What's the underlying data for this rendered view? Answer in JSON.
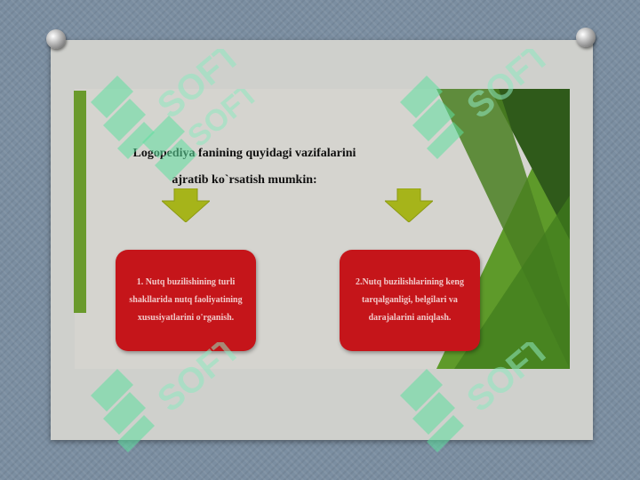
{
  "slide": {
    "title_line1": "Logopediya fanining quyidagi vazifalarini",
    "title_line2": "ajratib ko`rsatish mumkin:",
    "box_left": "1. Nutq buzilishining turli shakllarida nutq faoliyatining xususiyatlarini o'rganish.",
    "box_right": "2.Nutq buzilishlarining keng tarqalganligi, belgilari va darajalarini aniqlash."
  },
  "watermark": {
    "text": "SOFT"
  },
  "colors": {
    "box_red": "#c5151a",
    "arrow_yellow": "#a6b41a",
    "accent_green": "#4f8a25"
  }
}
